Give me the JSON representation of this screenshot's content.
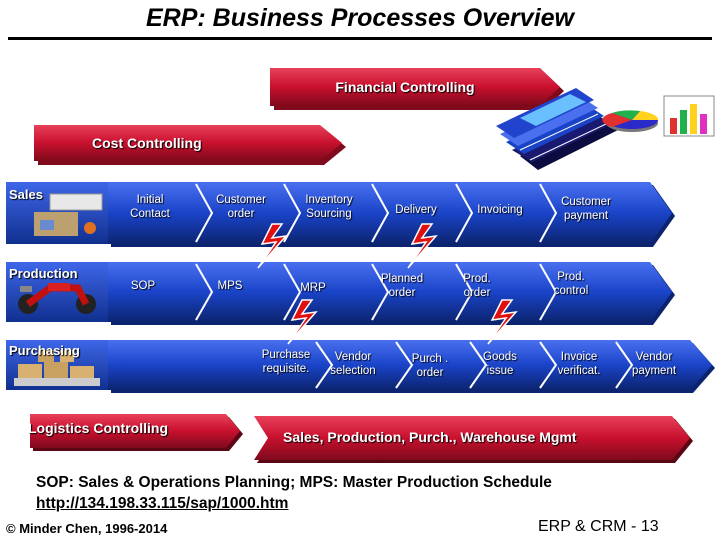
{
  "slide": {
    "title": "ERP: Business Processes Overview",
    "financial_controlling": "Financial Controlling",
    "cost_controlling": "Cost Controlling",
    "logistics_controlling": "Logistics Controlling",
    "sales_production_label": "Sales, Production, Purch., Warehouse Mgmt",
    "note": "SOP: Sales & Operations Planning; MPS: Master Production Schedule",
    "url": "http://134.198.33.115/sap/1000.htm",
    "copyright": "© Minder Chen, 1996-2014",
    "page": "ERP & CRM - 13"
  },
  "lanes": {
    "sales": {
      "label": "Sales",
      "steps": [
        "Initial\nContact",
        "Customer\norder",
        "Inventory\nSourcing",
        "Delivery",
        "Invoicing",
        "Customer\npayment"
      ]
    },
    "production": {
      "label": "Production",
      "steps": [
        "SOP",
        "MPS",
        "MRP",
        "Planned\norder",
        "Prod.\norder",
        "Prod.\ncontrol"
      ]
    },
    "purchasing": {
      "label": "Purchasing",
      "steps": [
        "Purchase\nrequisite.",
        "Vendor\nselection",
        "Purch .\norder",
        "Goods\nissue",
        "Invoice\nverificat.",
        "Vendor\npayment"
      ]
    }
  },
  "colors": {
    "lane_blue": "#1a44c8",
    "band_red": "#c8102e",
    "band_dark": "#9a0c22",
    "lightning": "#e01010"
  },
  "icons": [
    "sales-desk-icon",
    "motorcycle-icon",
    "warehouse-icon",
    "binder-stack-icon",
    "pie-chart-icon",
    "bar-chart-icon"
  ]
}
